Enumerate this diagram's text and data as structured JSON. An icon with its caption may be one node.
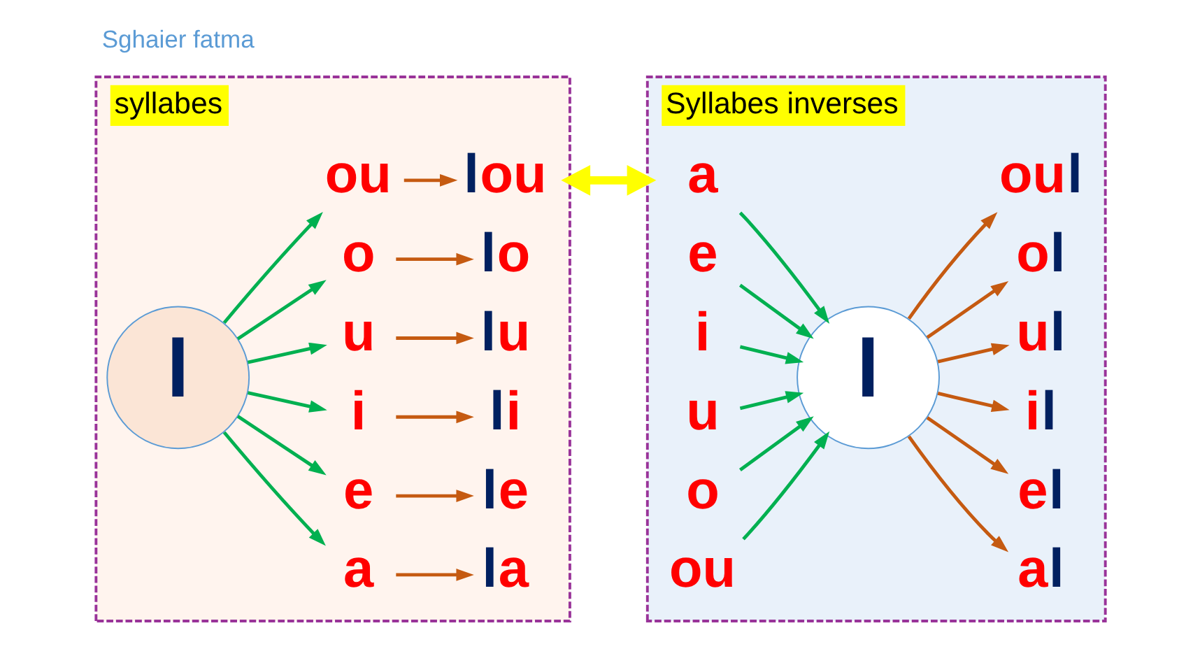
{
  "diagram": {
    "nodes": [
      {
        "text": [
          "syllabes"
        ]
      },
      {
        "text": [
          "l"
        ],
        "in": 0
      },
      {
        "text": [
          "a"
        ],
        "in": 0
      },
      {
        "text": [
          "e"
        ],
        "in": 0
      },
      {
        "text": [
          "i"
        ],
        "in": 0
      },
      {
        "text": [
          "u"
        ],
        "in": 0
      },
      {
        "text": [
          "o"
        ],
        "in": 0
      },
      {
        "text": [
          "ou"
        ],
        "in": 0
      },
      {
        "text": [
          "la"
        ],
        "in": 0
      },
      {
        "text": [
          "le"
        ],
        "in": 0
      },
      {
        "text": [
          "li"
        ],
        "in": 0
      },
      {
        "text": [
          "lu"
        ],
        "in": 0
      },
      {
        "text": [
          "lo"
        ],
        "in": 0
      },
      {
        "text": [
          "lou"
        ],
        "in": 0
      },
      {
        "text": [
          "Syllabes inverses"
        ]
      },
      {
        "text": [
          "a"
        ],
        "in": 14
      },
      {
        "text": [
          "e"
        ],
        "in": 14
      },
      {
        "text": [
          "i"
        ],
        "in": 14
      },
      {
        "text": [
          "u"
        ],
        "in": 14
      },
      {
        "text": [
          "o"
        ],
        "in": 14
      },
      {
        "text": [
          "ou"
        ],
        "in": 14
      },
      {
        "text": [
          "l"
        ],
        "in": 14
      },
      {
        "text": [
          "al"
        ],
        "in": 14
      },
      {
        "text": [
          "el"
        ],
        "in": 14
      },
      {
        "text": [
          "il"
        ],
        "in": 14
      },
      {
        "text": [
          "ul"
        ],
        "in": 14
      },
      {
        "text": [
          "ol"
        ],
        "in": 14
      },
      {
        "text": [
          "oul"
        ],
        "in": 14
      }
    ],
    "edges": [
      {
        "from": 1,
        "to": 2,
        "arrow": "to",
        "color": "#00b050"
      },
      {
        "from": 1,
        "to": 3,
        "arrow": "to",
        "color": "#00b050"
      },
      {
        "from": 1,
        "to": 4,
        "arrow": "to",
        "color": "#00b050"
      },
      {
        "from": 1,
        "to": 5,
        "arrow": "to",
        "color": "#00b050"
      },
      {
        "from": 1,
        "to": 6,
        "arrow": "to",
        "color": "#00b050"
      },
      {
        "from": 1,
        "to": 7,
        "arrow": "to",
        "color": "#00b050"
      },
      {
        "from": 2,
        "to": 8,
        "arrow": "to",
        "color": "#c55a11"
      },
      {
        "from": 3,
        "to": 9,
        "arrow": "to",
        "color": "#c55a11"
      },
      {
        "from": 4,
        "to": 10,
        "arrow": "to",
        "color": "#c55a11"
      },
      {
        "from": 5,
        "to": 11,
        "arrow": "to",
        "color": "#c55a11"
      },
      {
        "from": 6,
        "to": 12,
        "arrow": "to",
        "color": "#c55a11"
      },
      {
        "from": 7,
        "to": 13,
        "arrow": "to",
        "color": "#c55a11"
      },
      {
        "from": 15,
        "to": 21,
        "arrow": "to",
        "color": "#00b050"
      },
      {
        "from": 16,
        "to": 21,
        "arrow": "to",
        "color": "#00b050"
      },
      {
        "from": 17,
        "to": 21,
        "arrow": "to",
        "color": "#00b050"
      },
      {
        "from": 18,
        "to": 21,
        "arrow": "to",
        "color": "#00b050"
      },
      {
        "from": 19,
        "to": 21,
        "arrow": "to",
        "color": "#00b050"
      },
      {
        "from": 20,
        "to": 21,
        "arrow": "to",
        "color": "#00b050"
      },
      {
        "from": 21,
        "to": 22,
        "arrow": "to",
        "color": "#c55a11"
      },
      {
        "from": 21,
        "to": 23,
        "arrow": "to",
        "color": "#c55a11"
      },
      {
        "from": 21,
        "to": 24,
        "arrow": "to",
        "color": "#c55a11"
      },
      {
        "from": 21,
        "to": 25,
        "arrow": "to",
        "color": "#c55a11"
      },
      {
        "from": 21,
        "to": 26,
        "arrow": "to",
        "color": "#c55a11"
      },
      {
        "from": 21,
        "to": 27,
        "arrow": "to",
        "color": "#c55a11"
      },
      {
        "from": 0,
        "to": 14,
        "arrow": "both",
        "style": "thick",
        "color": "#ffff00"
      }
    ],
    "labels": [
      "Sghaier fatma"
    ]
  }
}
